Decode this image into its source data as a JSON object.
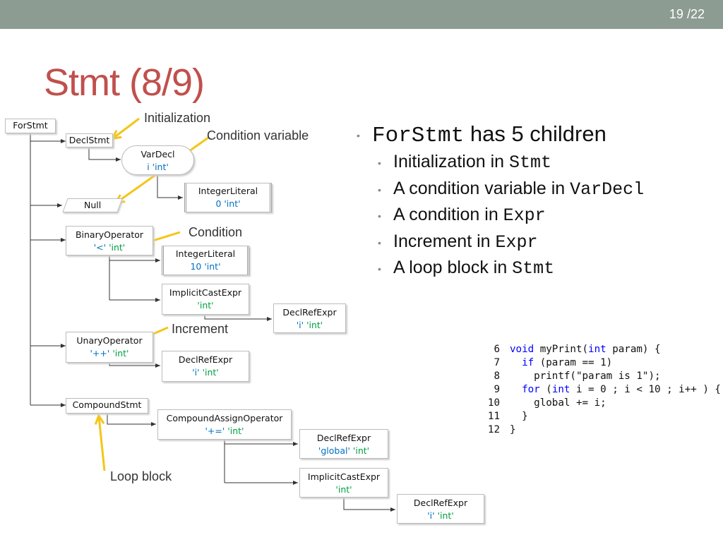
{
  "page": {
    "current": "19",
    "total": "/22"
  },
  "title": "Stmt (8/9)",
  "nodes": {
    "forstmt": {
      "l1": "ForStmt"
    },
    "declstmt": {
      "l1": "DeclStmt"
    },
    "vardecl": {
      "l1": "VarDecl",
      "l2": "i 'int'"
    },
    "intlit0": {
      "l1": "IntegerLiteral",
      "l2": "0 'int'"
    },
    "null": {
      "l1": "Null"
    },
    "binop": {
      "l1": "BinaryOperator",
      "l2a": "'<'",
      "l2b": "'int'"
    },
    "intlit10": {
      "l1": "IntegerLiteral",
      "l2": "10 'int'"
    },
    "implicit1": {
      "l1": "ImplicitCastExpr",
      "l2": "'int'"
    },
    "declref_i1": {
      "l1": "DeclRefExpr",
      "l2a": "'i'",
      "l2b": "'int'"
    },
    "unaryop": {
      "l1": "UnaryOperator",
      "l2a": "'++'",
      "l2b": "'int'"
    },
    "declref_i2": {
      "l1": "DeclRefExpr",
      "l2a": "'i'",
      "l2b": "'int'"
    },
    "compound": {
      "l1": "CompoundStmt"
    },
    "cao": {
      "l1": "CompoundAssignOperator",
      "l2a": "'+='",
      "l2b": "'int'"
    },
    "declref_global": {
      "l1": "DeclRefExpr",
      "l2a": "'global'",
      "l2b": "'int'"
    },
    "implicit2": {
      "l1": "ImplicitCastExpr",
      "l2": "'int'"
    },
    "declref_i3": {
      "l1": "DeclRefExpr",
      "l2a": "'i'",
      "l2b": "'int'"
    }
  },
  "annotations": {
    "initialization": "Initialization",
    "condition_variable": "Condition variable",
    "condition": "Condition",
    "increment": "Increment",
    "loop_block": "Loop block"
  },
  "bullets": {
    "main": {
      "code": "ForStmt",
      "text": " has 5 children"
    },
    "items": [
      {
        "text": "Initialization in ",
        "code": "Stmt"
      },
      {
        "text": "A condition variable in ",
        "code": "VarDecl"
      },
      {
        "text": "A condition in ",
        "code": "Expr"
      },
      {
        "text": "Increment in ",
        "code": "Expr"
      },
      {
        "text": "A loop block in ",
        "code": "Stmt"
      }
    ]
  },
  "code": {
    "line_numbers": [
      "6",
      "7",
      "8",
      "9",
      "10",
      "11",
      "12"
    ],
    "l6": {
      "kw1": "void",
      "t1": " myPrint(",
      "kw2": "int",
      "t2": " param) {"
    },
    "l7": {
      "pad": "  ",
      "kw1": "if",
      "t1": " (param == 1)"
    },
    "l8": {
      "t1": "    printf(\"param is 1\");"
    },
    "l9": {
      "pad": "  ",
      "kw1": "for",
      "t1": " (",
      "kw2": "int",
      "t2": " i = 0 ; i < 10 ; i++ ) {"
    },
    "l10": {
      "t1": "    global += i;"
    },
    "l11": {
      "t1": "  }"
    },
    "l12": {
      "t1": "}"
    }
  },
  "colors": {
    "title": "#c0504d",
    "top_bar": "#8c9c92",
    "arrow": "#f5c518",
    "type_green": "#00a040",
    "name_blue": "#0070c0",
    "keyword_blue": "#0000ff"
  }
}
